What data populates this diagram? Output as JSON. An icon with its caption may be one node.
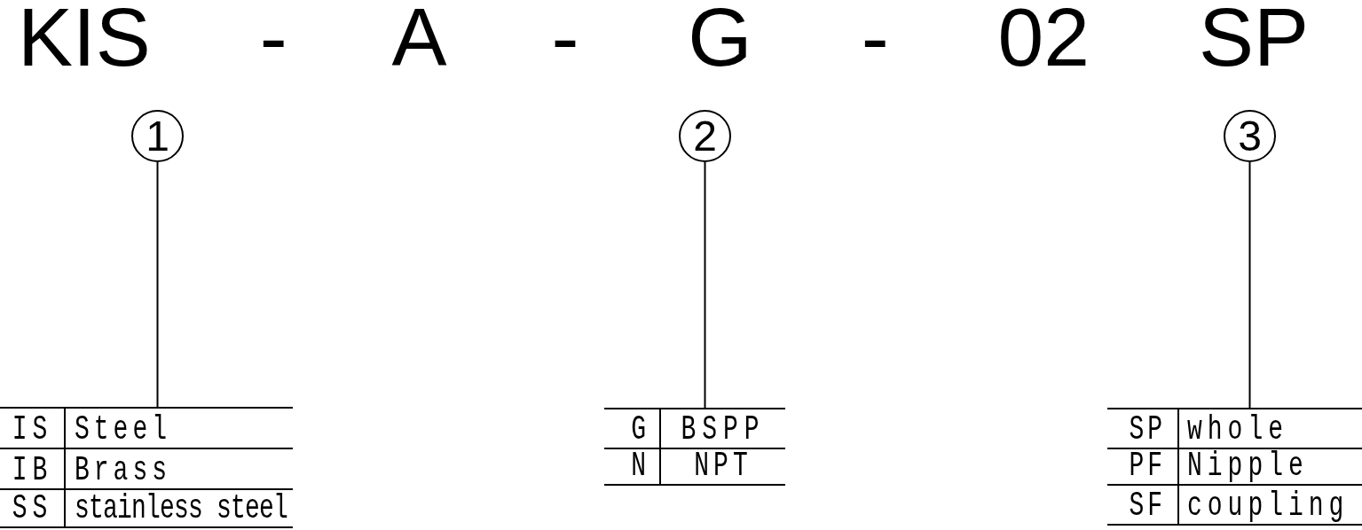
{
  "diagram": {
    "title": "KIS - A - G - 02 SP",
    "nodes": [
      {
        "text": [
          "1"
        ]
      },
      {
        "text": [
          "2"
        ]
      },
      {
        "text": [
          "3"
        ]
      },
      {
        "text": [
          "IS",
          "Steel",
          "IB",
          "Brass",
          "SS",
          "stainless steel"
        ]
      },
      {
        "text": [
          "G",
          "BSPP",
          "N",
          "NPT"
        ]
      },
      {
        "text": [
          "SP",
          "whole",
          "PF",
          "Nipple",
          "SF",
          "coupling"
        ]
      }
    ],
    "edges": [
      {
        "from": 0,
        "to": 3,
        "arrow": "none"
      },
      {
        "from": 1,
        "to": 4,
        "arrow": "none"
      },
      {
        "from": 2,
        "to": 5,
        "arrow": "none"
      }
    ]
  }
}
